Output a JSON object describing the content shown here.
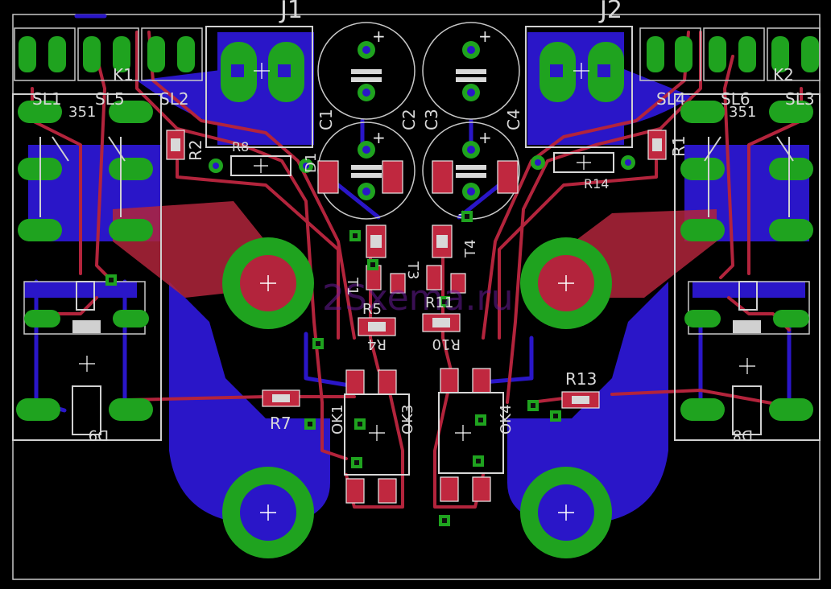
{
  "watermark": "2Sxema.ru",
  "colors": {
    "background": "#000000",
    "top_copper": "#b3243c",
    "bottom_copper": "#2a16c8",
    "pads": "#1fa31f",
    "silkscreen": "#d8d8d8"
  },
  "connectors": {
    "j1": "J1",
    "j2": "J2"
  },
  "headers": {
    "sl1": "SL1",
    "sl5": "SL5",
    "sl2": "SL2",
    "sl4": "SL4",
    "sl6": "SL6",
    "sl3": "SL3"
  },
  "relays": {
    "k1": "K1",
    "k2": "K2",
    "k1_extra": "351",
    "k2_extra": "351"
  },
  "capacitors": {
    "c1": "C1",
    "c2": "C2",
    "c3": "C3",
    "c4": "C4"
  },
  "resistors": {
    "r1": "R1",
    "r2": "R2",
    "r4": "R4",
    "r5": "R5",
    "r7": "R7",
    "r8": "R8",
    "r10": "R10",
    "r11": "R11",
    "r13": "R13",
    "r14": "R14"
  },
  "diodes": {
    "d1": "D1",
    "d8": "D8",
    "d9": "D9"
  },
  "transistors": {
    "t1": "T1",
    "t3": "T3",
    "t4": "T4"
  },
  "optocouplers": {
    "ok1": "OK1",
    "ok3": "OK3",
    "ok4": "OK4"
  }
}
